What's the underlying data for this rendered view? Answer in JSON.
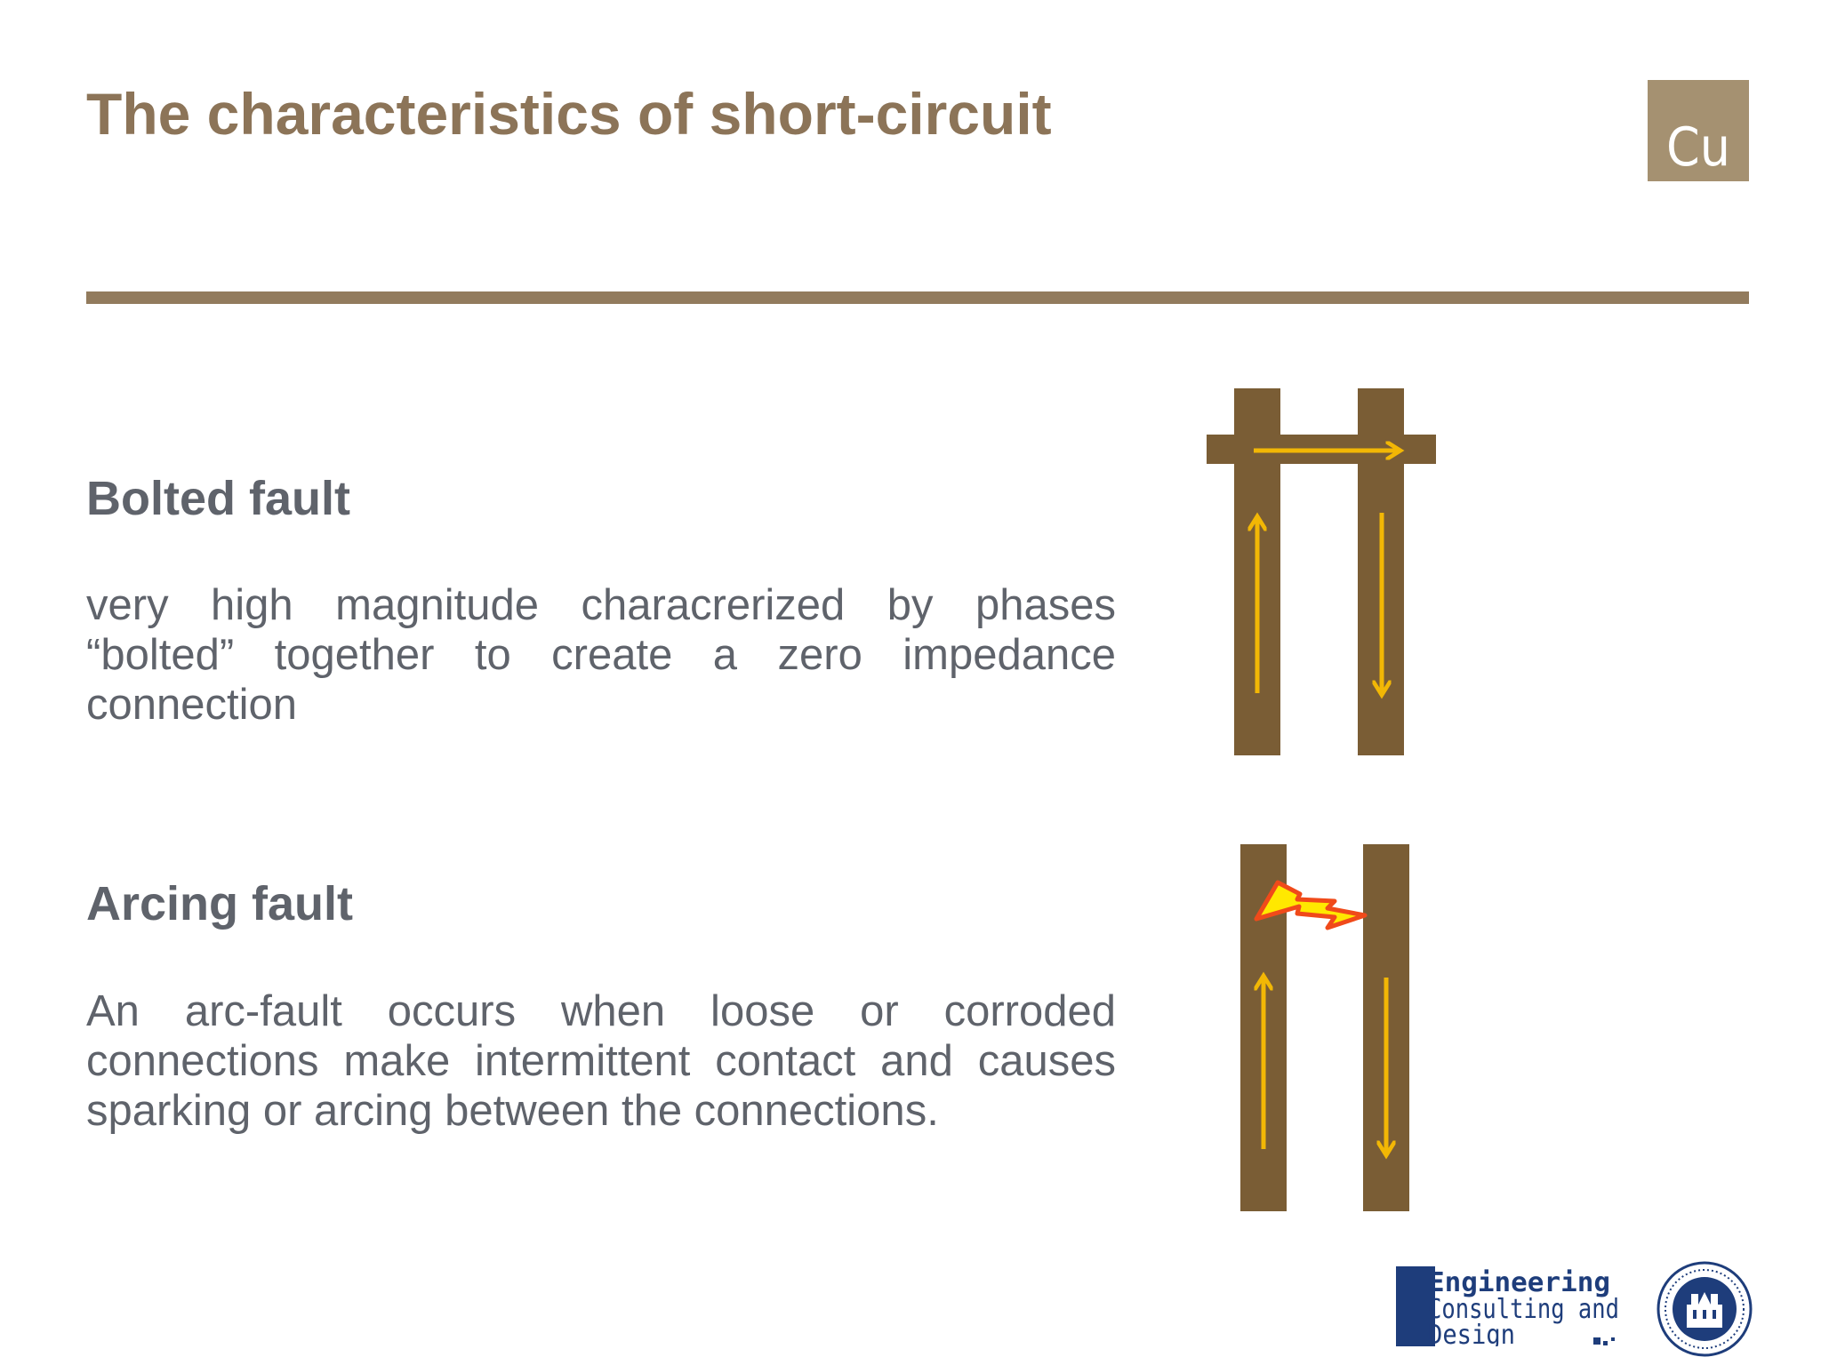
{
  "slide": {
    "title": "The characteristics of short-circuit",
    "badge": "Cu",
    "sections": [
      {
        "heading": "Bolted fault",
        "text": "very high magnitude characrerized by phases “bolted” together to create a zero impedance connection"
      },
      {
        "heading": "Arcing fault",
        "text": "An arc-fault occurs when loose or corroded connections make intermittent contact and causes sparking or arcing between the connections."
      }
    ]
  },
  "colors": {
    "title": "#8c7458",
    "rule": "#927b5d",
    "badge": "#a59171",
    "body_text": "#5f636b",
    "busbar": "#7a5d35",
    "current_arrow": "#f2b705",
    "arc_fill": "#ffe800",
    "arc_outline": "#f04a1a",
    "logo_navy": "#1e3d7b"
  },
  "footer": {
    "logo": {
      "lines": [
        "Engineering",
        "Consulting and",
        "Design"
      ],
      "icon": "ecd-logo"
    },
    "seal": {
      "icon": "university-seal"
    }
  }
}
